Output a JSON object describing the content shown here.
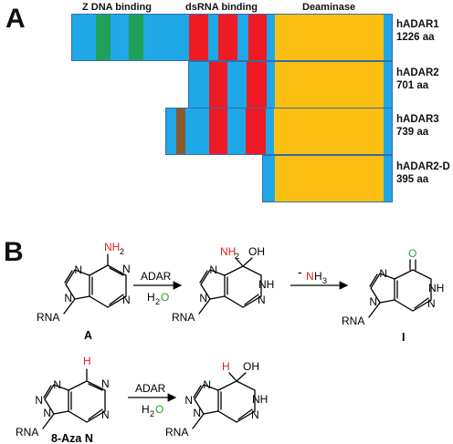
{
  "panels": {
    "a": "A",
    "b": "B"
  },
  "domains": {
    "z_dna": "Z DNA binding",
    "dsrna": "dsRNA binding",
    "deaminase": "Deaminase"
  },
  "proteins": [
    {
      "name": "hADAR1",
      "length": "1226 aa"
    },
    {
      "name": "hADAR2",
      "length": "701 aa"
    },
    {
      "name": "hADAR3",
      "length": "739 aa"
    },
    {
      "name": "hADAR2-D",
      "length": "395 aa"
    }
  ],
  "colors": {
    "backbone": "#1fa8e8",
    "z_dna": "#1fa15a",
    "dsrna": "#ee1b24",
    "deaminase": "#fdc012",
    "r3_domain": "#8b5a2b",
    "highlight_red": "#e32020",
    "highlight_green": "#2aa02a"
  },
  "reactions": {
    "atom_N": "N",
    "atom_NH": "NH",
    "atom_NH2_n": "NH",
    "atom_NH2_sub": "2",
    "atom_O": "O",
    "atom_OH": "OH",
    "atom_H": "H",
    "rna": "RNA",
    "enzyme": "ADAR",
    "water_h": "H",
    "water_sub": "2",
    "water_o": "O",
    "minus": "-",
    "nh3_n": "N",
    "nh3_h": "H",
    "nh3_sub": "3",
    "label_A": "A",
    "label_I": "I",
    "label_8aza": "8-Aza N"
  }
}
